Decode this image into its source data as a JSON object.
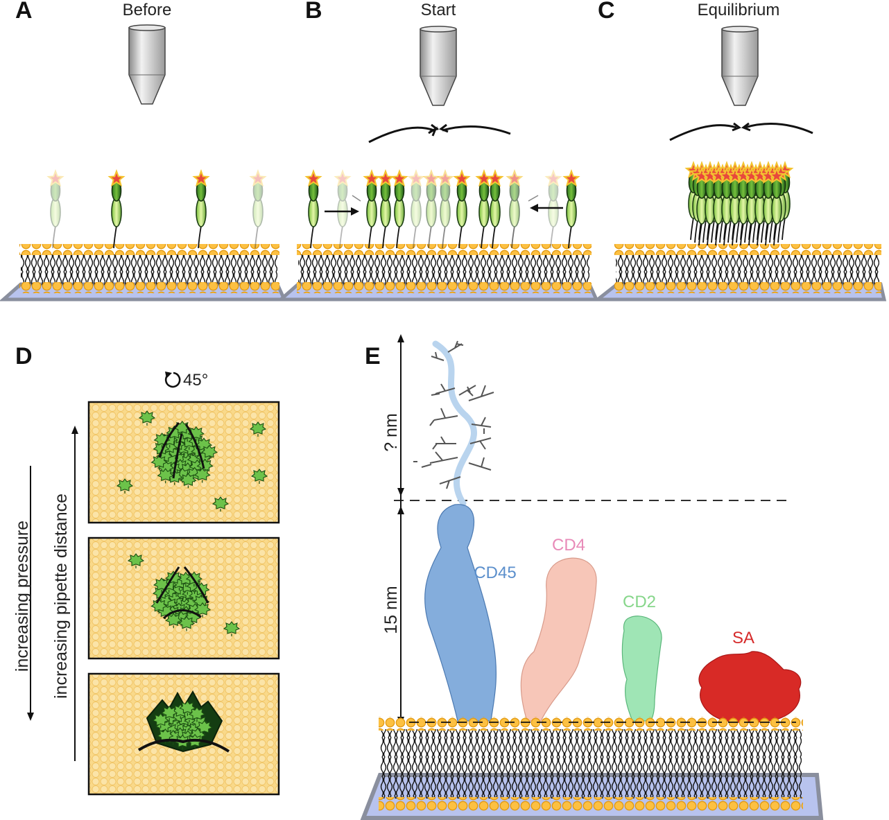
{
  "panels": {
    "A": {
      "letter": "A",
      "title": "Before"
    },
    "B": {
      "letter": "B",
      "title": "Start"
    },
    "C": {
      "letter": "C",
      "title": "Equilibrium"
    },
    "D": {
      "letter": "D",
      "rotation": "45°",
      "arrow_down_label": "increasing pressure",
      "arrow_up_label": "increasing pipette distance"
    },
    "E": {
      "letter": "E",
      "upper_height": "? nm",
      "lower_height": "15 nm"
    }
  },
  "proteins": [
    {
      "name": "CD45",
      "color": "#5b8fcc"
    },
    {
      "name": "CD4",
      "color": "#e88ab8"
    },
    {
      "name": "CD2",
      "color": "#86d68a"
    },
    {
      "name": "SA",
      "color": "#d62a2a"
    }
  ],
  "colors": {
    "headgroup": "#f5a623",
    "surface": "#f9d98a",
    "substrate": "#b8c3ee",
    "protein_dark": "#1e6a1e",
    "protein_light": "#9ad456",
    "label_star": "#e8483c"
  }
}
